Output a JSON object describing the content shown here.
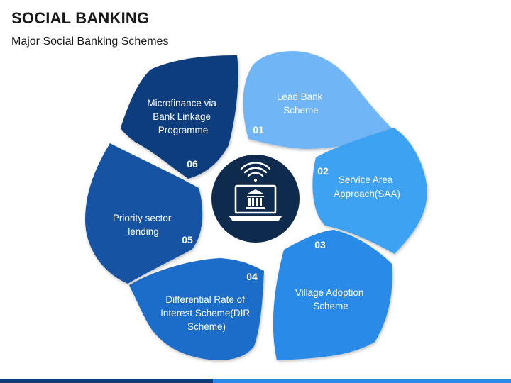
{
  "header": {
    "title": "SOCIAL BANKING",
    "subtitle": "Major Social Banking Schemes"
  },
  "center": {
    "icon": "bank-laptop-wifi-icon"
  },
  "steps": [
    {
      "number": "01",
      "lines": [
        "Lead Bank",
        "Scheme"
      ],
      "color": "#6fb5f5"
    },
    {
      "number": "02",
      "lines": [
        "Service Area",
        "Approach(SAA)"
      ],
      "color": "#3ea2f2"
    },
    {
      "number": "03",
      "lines": [
        "Village Adoption",
        "Scheme"
      ],
      "color": "#2b8ae8"
    },
    {
      "number": "04",
      "lines": [
        "Differential Rate of",
        "Interest Scheme(DIR",
        "Scheme)"
      ],
      "color": "#1b6cc9"
    },
    {
      "number": "05",
      "lines": [
        "Priority sector",
        "lending"
      ],
      "color": "#1352a3"
    },
    {
      "number": "06",
      "lines": [
        "Microfinance via",
        "Bank Linkage",
        "Programme"
      ],
      "color": "#0d3c7b"
    }
  ],
  "colors": {
    "center_bg": "#0e2a4d",
    "bar_dark": "#0d3c7b",
    "bar_light": "#2b8ae8"
  }
}
